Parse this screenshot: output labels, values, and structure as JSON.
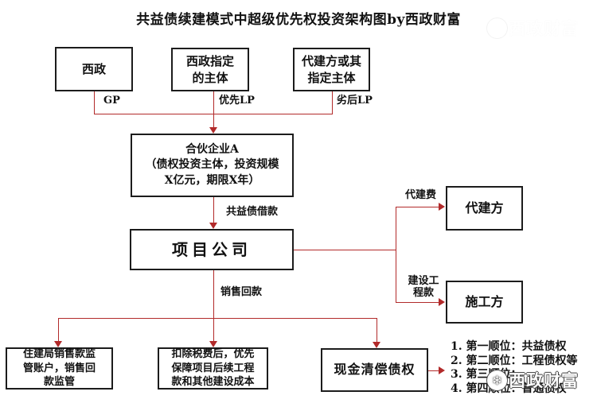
{
  "title": "共益债续建模式中超级优先权投资架构图by西政财富",
  "boxes": {
    "xizheng": {
      "label": "西政"
    },
    "designated_entity": {
      "label": "西政指定\n的主体"
    },
    "agent_builder_entity": {
      "label": "代建方或其\n指定主体"
    },
    "partnership": {
      "label": "合伙企业A\n（债权投资主体，投资规模\nX亿元，期限X年）"
    },
    "project_company": {
      "label": "项目公司"
    },
    "agent_builder": {
      "label": "代建方"
    },
    "constructor": {
      "label": "施工方"
    },
    "regulator_account": {
      "label": "住建局销售款监\n管账户，销售回\n款监管"
    },
    "tax_deduction": {
      "label": "扣除税费后，优先\n保障项目后续工程\n款和其他建设成本"
    },
    "cash_repayment": {
      "label": "现金清偿债权"
    }
  },
  "edge_labels": {
    "gp": "GP",
    "senior_lp": "优先LP",
    "junior_lp": "劣后LP",
    "common_benefit_loan": "共益债借款",
    "agent_fee": "代建费",
    "construction_payment": "建设工\n程款",
    "sales_proceeds": "销售回款"
  },
  "priority_list": [
    "1. 第一顺位：共益债权",
    "2. 第二顺位：工程债权等",
    "3. 第三顺位：",
    "4. 第四顺位：普通债权"
  ],
  "watermark": {
    "text": "西政财富",
    "logo_glyph": "❄"
  },
  "colors": {
    "line": "#b22a2a",
    "box_border": "#1c1c1c",
    "text": "#111111"
  }
}
